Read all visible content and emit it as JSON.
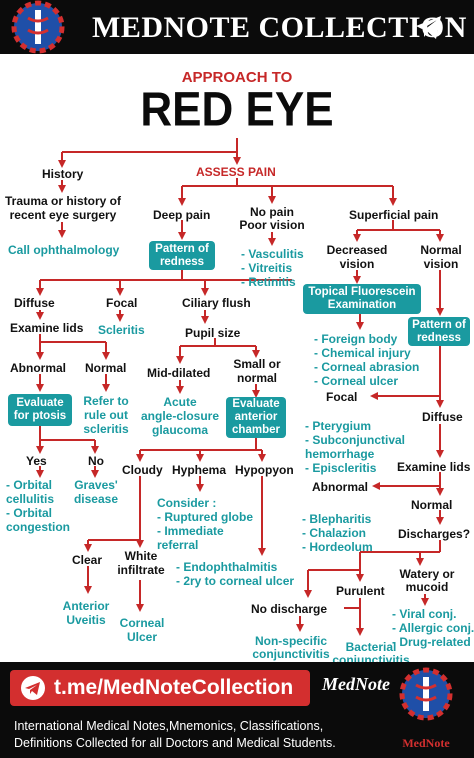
{
  "header": {
    "title": "MEDNOTE COLLECTION"
  },
  "title": {
    "line1": "APPROACH TO",
    "line2": "RED EYE"
  },
  "nodes": {
    "assess_pain": "ASSESS PAIN",
    "history": "History",
    "trauma": [
      "Trauma or history of",
      "recent eye surgery"
    ],
    "call_ophth": "Call ophthalmology",
    "deep_pain": "Deep pain",
    "pattern_redness_1": [
      "Pattern of",
      "redness"
    ],
    "no_pain": [
      "No pain",
      "Poor vision"
    ],
    "no_pain_list": [
      "- Vasculitis",
      "- Vitreitis",
      "- Retinitis"
    ],
    "superficial": "Superficial pain",
    "decreased_vision": [
      "Decreased",
      "vision"
    ],
    "normal_vision": [
      "Normal",
      "vision"
    ],
    "fluorescein": [
      "Topical Fluorescein",
      "Examination"
    ],
    "fluor_list": [
      "- Foreign body",
      "- Chemical injury",
      "- Corneal abrasion",
      "- Corneal ulcer"
    ],
    "pattern_redness_2": [
      "Pattern of",
      "redness"
    ],
    "focal_right": "Focal",
    "focal_right_list": [
      "- Pterygium",
      "- Subconjunctival",
      "   hemorrhage",
      "- Episcleritis"
    ],
    "diffuse_right": "Diffuse",
    "examine_lids_right": "Examine lids",
    "abnormal_right": "Abnormal",
    "abnormal_right_list": [
      "- Blepharitis",
      "- Chalazion",
      "- Hordeolum"
    ],
    "normal_right": "Normal",
    "discharges": "Discharges?",
    "no_discharge": "No discharge",
    "no_discharge_dx": [
      "Non-specific",
      "conjunctivitis"
    ],
    "purulent": "Purulent",
    "purulent_dx": [
      "Bacterial",
      "conjunctivitis"
    ],
    "watery": [
      "Watery or",
      "mucoid"
    ],
    "watery_list": [
      "- Viral conj.",
      "- Allergic conj.",
      "- Drug-related"
    ],
    "diffuse_left": "Diffuse",
    "examine_lids_left": "Examine lids",
    "focal_left": "Focal",
    "scleritis": "Scleritis",
    "ciliary_flush": "Ciliary flush",
    "pupil_size": "Pupil size",
    "abnormal_left": "Abnormal",
    "normal_left": "Normal",
    "evaluate_ptosis": [
      "Evaluate",
      "for ptosis"
    ],
    "refer": [
      "Refer to",
      "rule out",
      "scleritis"
    ],
    "yes": "Yes",
    "no": "No",
    "yes_list": [
      "- Orbital",
      "  cellulitis",
      "- Orbital",
      "  congestion"
    ],
    "graves": [
      "Graves'",
      "disease"
    ],
    "mid_dilated": "Mid-dilated",
    "acute_glaucoma": [
      "Acute",
      "angle-closure",
      "glaucoma"
    ],
    "small_normal": [
      "Small or",
      "normal"
    ],
    "evaluate_ac": [
      "Evaluate",
      "anterior",
      "chamber"
    ],
    "cloudy": "Cloudy",
    "hyphema": "Hyphema",
    "hypopyon": "Hypopyon",
    "consider": "Consider :",
    "consider_list": [
      "- Ruptured globe",
      "- Immediate",
      "  referral"
    ],
    "hypopyon_list": [
      "- Endophthalmitis",
      "- 2ry to corneal ulcer"
    ],
    "clear": "Clear",
    "anterior_uveitis": [
      "Anterior",
      "Uveitis"
    ],
    "white_infiltrate": [
      "White",
      "infiltrate"
    ],
    "corneal_ulcer": [
      "Corneal",
      "Ulcer"
    ]
  },
  "footer": {
    "link": "t.me/MedNoteCollection",
    "brand": "MedNote",
    "brand_small": "MedNote",
    "tagline": [
      "International Medical Notes,Mnemonics, Classifications,",
      "Definitions Collected for all Doctors and Medical Students."
    ]
  },
  "colors": {
    "red": "#c62828",
    "teal": "#1a9aa0",
    "dark": "#0b0b0b"
  }
}
